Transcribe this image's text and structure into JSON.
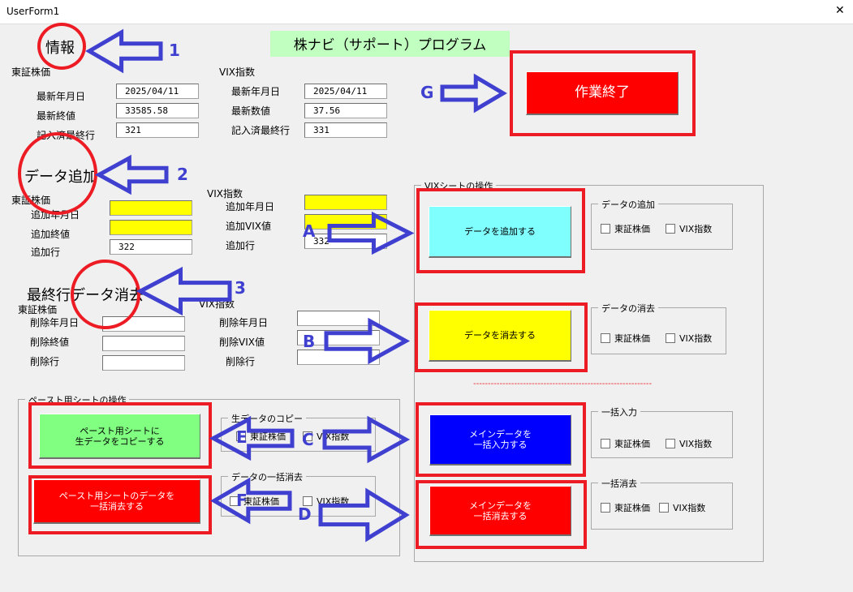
{
  "window": {
    "title": "UserForm1",
    "close": "✕"
  },
  "header": {
    "title": "株ナビ（サポート）プログラム"
  },
  "info": {
    "heading": "情報",
    "topix": "東証株価",
    "vix": "VIX指数",
    "l1": "最新年月日",
    "l2": "最新終値",
    "l3": "記入済最終行",
    "v1": "2025/04/11",
    "v2": "33585.58",
    "v3": "321",
    "r1": "最新年月日",
    "r2": "最新数値",
    "r3": "記入済最終行",
    "rv1": "2025/04/11",
    "rv2": "37.56",
    "rv3": "331"
  },
  "exit_button": "作業終了",
  "add": {
    "heading": "データ追加",
    "topix": "東証株価",
    "vix": "VIX指数",
    "l1": "追加年月日",
    "l2": "追加終値",
    "l3": "追加行",
    "v3": "322",
    "r1": "追加年月日",
    "r2": "追加VIX値",
    "r3": "追加行",
    "rv3": "332"
  },
  "del": {
    "heading": "最終行データ消去",
    "topix": "東証株価",
    "vix": "VIX指数",
    "l1": "削除年月日",
    "l2": "削除終値",
    "l3": "削除行",
    "r1": "削除年月日",
    "r2": "削除VIX値",
    "r3": "削除行"
  },
  "paste": {
    "frame": "ペースト用シートの操作",
    "copy_button": "ペースト用シートに\n生データをコピーする",
    "clear_button": "ペースト用シートのデータを\n一括消去する",
    "copy_frame": "生データのコピー",
    "clear_frame": "データの一括消去",
    "topix": "東証株価",
    "vix": "VIX指数"
  },
  "vixsheet": {
    "frame": "VIXシートの操作",
    "add_button": "データを追加する",
    "del_button": "データを消去する",
    "bulk_in_button": "メインデータを\n一括入力する",
    "bulk_clear_button": "メインデータを\n一括消去する",
    "add_frame": "データの追加",
    "del_frame": "データの消去",
    "bulk_in_frame": "一括入力",
    "bulk_clear_frame": "一括消去",
    "topix": "東証株価",
    "vix": "VIX指数",
    "divider": "-------------------------------------------------------------"
  },
  "annotations": {
    "n1": "1",
    "n2": "2",
    "n3": "3",
    "A": "A",
    "B": "B",
    "C": "C",
    "D": "D",
    "E": "E",
    "F": "F",
    "G": "G"
  },
  "colors": {
    "annotation_red": "#ed1c24",
    "annotation_blue": "#4040d0",
    "header_bg": "#c0ffc0"
  }
}
